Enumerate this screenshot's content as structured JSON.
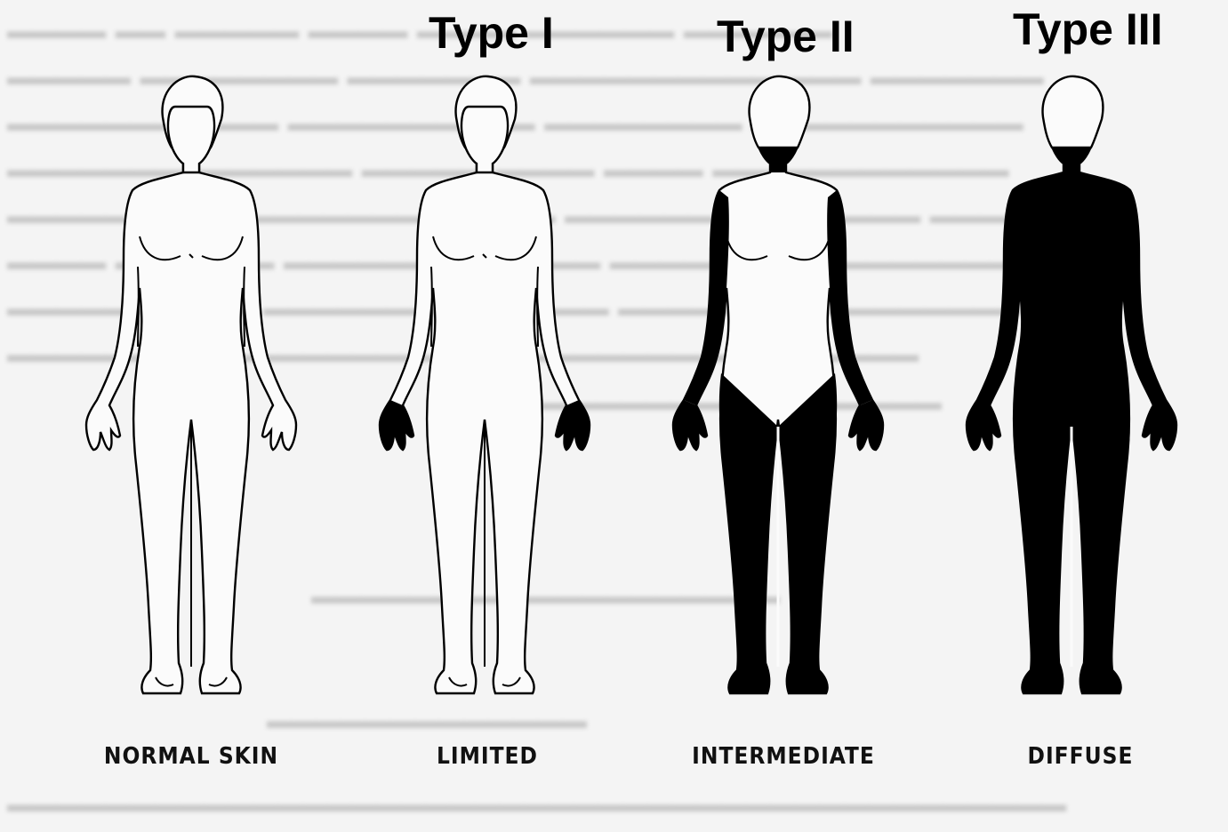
{
  "type_labels": {
    "type1": "Type I",
    "type2": "Type II",
    "type3": "Type III"
  },
  "figure_captions": [
    "NORMAL SKIN",
    "LIMITED",
    "INTERMEDIATE",
    "DIFFUSE"
  ],
  "colors": {
    "ink": "#000000",
    "paper": "#f4f4f4",
    "show_through": "#c8c8c8"
  }
}
